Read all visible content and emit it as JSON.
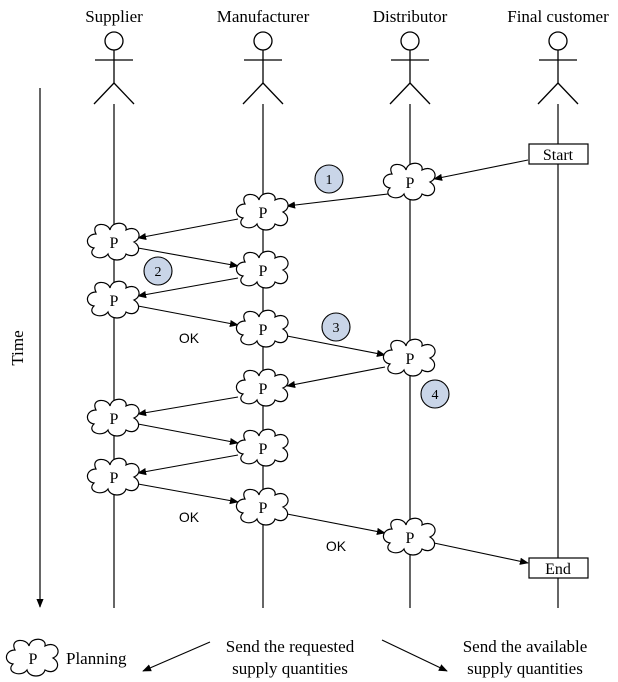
{
  "actors": [
    {
      "id": "supplier",
      "name": "Supplier"
    },
    {
      "id": "manufacturer",
      "name": "Manufacturer"
    },
    {
      "id": "distributor",
      "name": "Distributor"
    },
    {
      "id": "customer",
      "name": "Final customer"
    }
  ],
  "time_label": "Time",
  "start_label": "Start",
  "end_label": "End",
  "planning_symbol": "P",
  "ok_label": "OK",
  "step_numbers": [
    "1",
    "2",
    "3",
    "4"
  ],
  "legend": {
    "planning": "Planning",
    "requested_line1": "Send the requested",
    "requested_line2": "supply quantities",
    "available_line1": "Send the available",
    "available_line2": "supply quantities"
  },
  "colors": {
    "step_circle_fill": "#c9d5e8",
    "line": "#000000"
  }
}
